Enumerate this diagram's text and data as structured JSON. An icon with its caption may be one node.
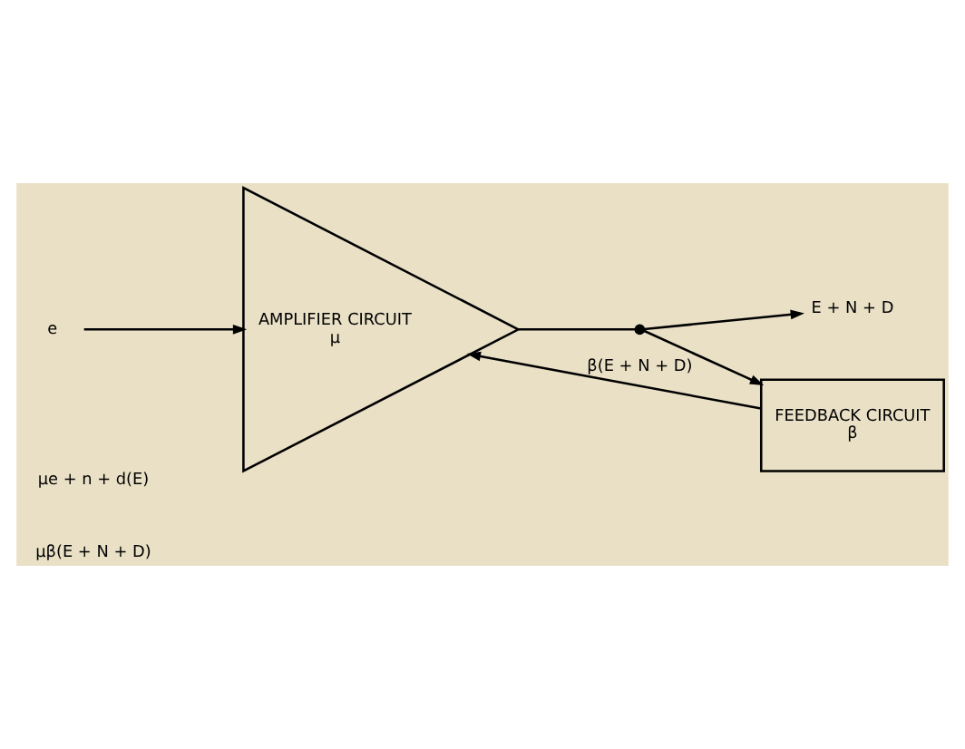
{
  "diagram": {
    "nodes": [
      {
        "text": [
          "AMPLIFIER CIRCUIT",
          "μ"
        ],
        "beside": [
          "μe + n + d(E)",
          "μβ(E + N + D)"
        ]
      },
      {
        "text": [
          "e"
        ]
      },
      {
        "text": [
          "E + N + D"
        ]
      },
      {
        "text": [
          "FEEDBACK CIRCUIT",
          "β"
        ]
      },
      {
        "text": [],
        "shape": "circle"
      }
    ],
    "edges": [
      {
        "from": 1,
        "to": 0,
        "arrow": "to"
      },
      {
        "from": 0,
        "to": 4,
        "arrow": "none"
      },
      {
        "from": 4,
        "to": 2,
        "arrow": "to"
      },
      {
        "from": 4,
        "to": 3,
        "arrow": "to"
      },
      {
        "from": 3,
        "to": 0,
        "arrow": "to",
        "label": "β(E + N + D)"
      }
    ]
  }
}
